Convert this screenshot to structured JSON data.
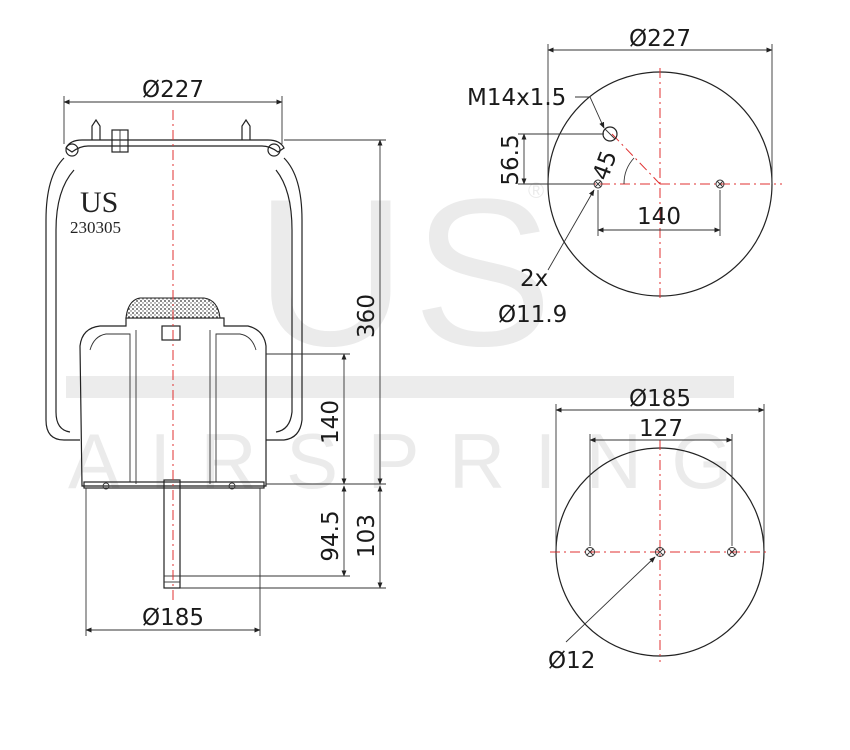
{
  "brand": {
    "logo": "US",
    "part_number": "230305",
    "watermark_letters": "US",
    "watermark_word": "AIRSPRING",
    "registered_mark": "®"
  },
  "side_view": {
    "top_diameter": "Ø227",
    "bottom_diameter": "Ø185",
    "height_total": "360",
    "height_piston": "140",
    "stud_length_a": "94.5",
    "stud_length_b": "103"
  },
  "top_plate_view": {
    "diameter": "Ø227",
    "thread": "M14x1.5",
    "offset_vertical": "56.5",
    "angle": "45",
    "hole_spacing": "140",
    "hole_count": "2x",
    "hole_diameter": "Ø11.9"
  },
  "bottom_plate_view": {
    "diameter": "Ø185",
    "hole_spacing": "127",
    "center_hole": "Ø12"
  },
  "colors": {
    "centerline": "#e03030",
    "outline": "#222222",
    "watermark": "#ebebeb"
  }
}
